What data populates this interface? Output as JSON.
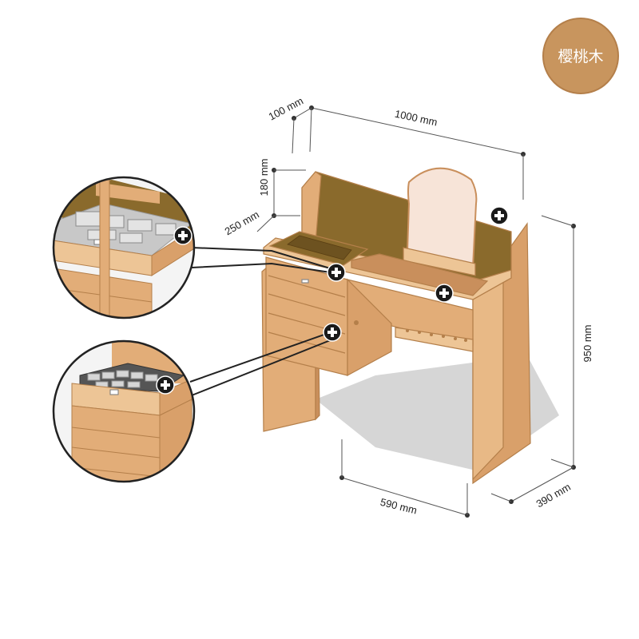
{
  "material_badge": {
    "label": "樱桃木",
    "color": "#c8955e"
  },
  "dimensions": {
    "width": "1000 mm",
    "top_depth": "100 mm",
    "hutch_height": "180 mm",
    "shelf_depth": "250 mm",
    "total_height": "950 mm",
    "desk_depth": "590 mm",
    "base_depth": "390 mm"
  },
  "colors": {
    "wood": "#e2ad78",
    "wood_dark": "#c98f5c",
    "wood_light": "#edc596",
    "inner_panel": "#8a6a2c",
    "mirror": "#f7e4d8",
    "shadow": "#cfcfcf",
    "plus_marker": "#1a1a1a"
  },
  "hotspots": [
    "plus-icon",
    "plus-icon",
    "plus-icon",
    "plus-icon",
    "plus-icon",
    "plus-icon"
  ]
}
